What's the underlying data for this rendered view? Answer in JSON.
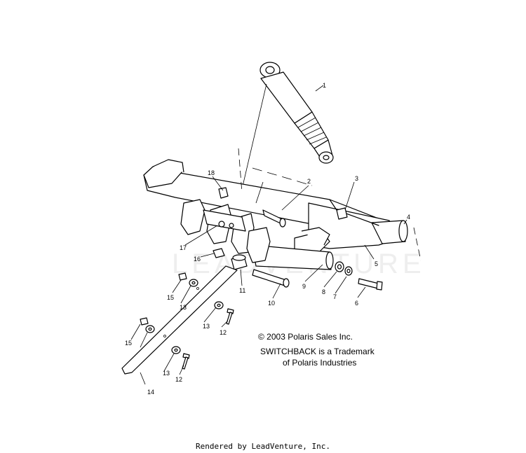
{
  "copyright": {
    "line1": "© 2003 Polaris Sales Inc.",
    "line2": "SWITCHBACK is a Trademark",
    "line3": "of Polaris Industries"
  },
  "footer": "Rendered by LeadVenture, Inc.",
  "watermark": "LEADVENTURE",
  "callouts": [
    "1",
    "2",
    "3",
    "4",
    "5",
    "6",
    "7",
    "8",
    "9",
    "10",
    "11",
    "12",
    "12",
    "13",
    "13",
    "13",
    "14",
    "15",
    "15",
    "16",
    "17",
    "18"
  ]
}
